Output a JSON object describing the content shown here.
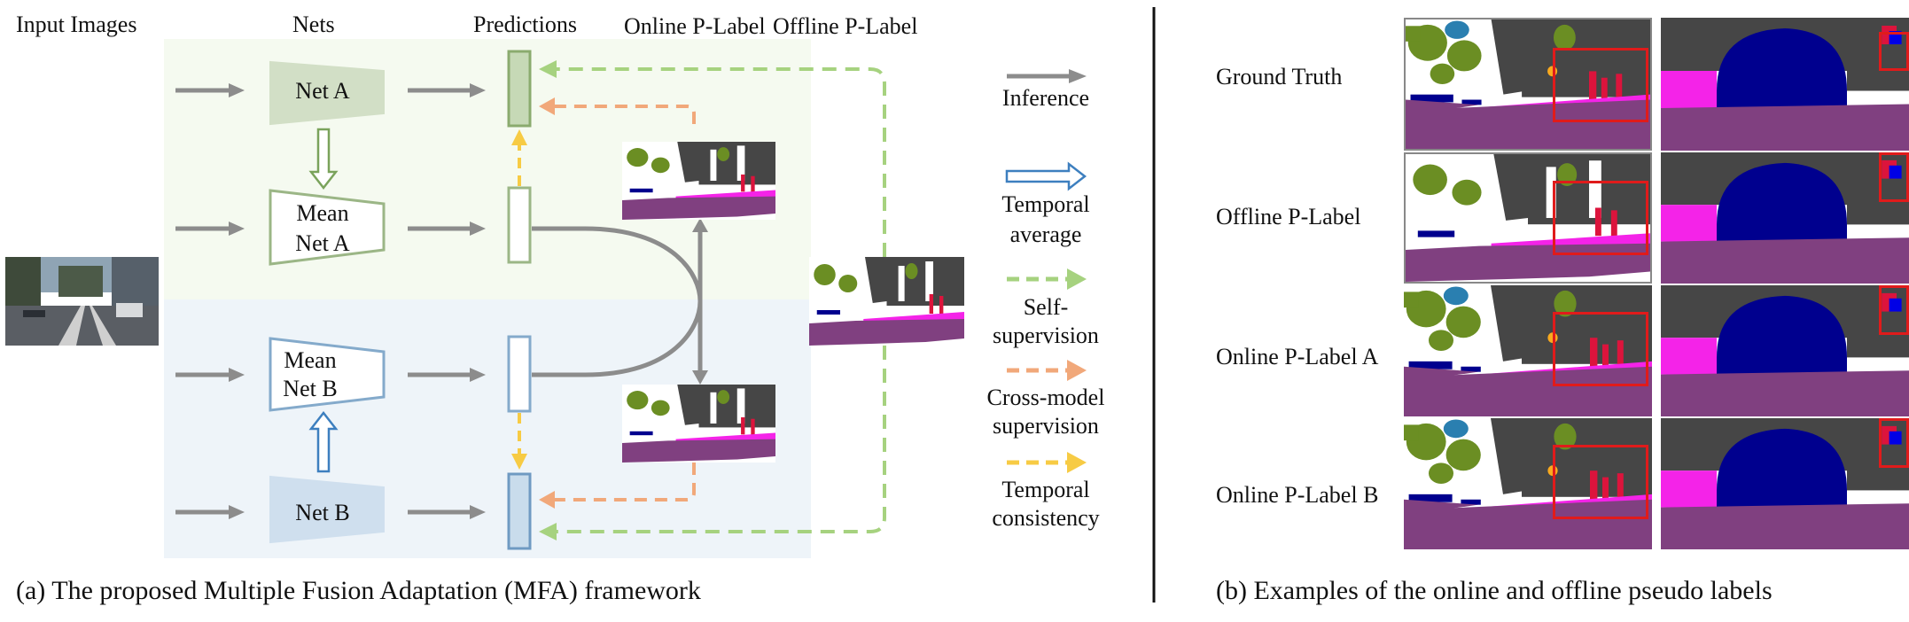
{
  "panel_a": {
    "headers": {
      "input_images": "Input Images",
      "nets": "Nets",
      "predictions": "Predictions",
      "online_plabel": "Online P-Label",
      "offline_plabel": "Offline P-Label"
    },
    "nets": {
      "net_a": "Net A",
      "mean_net_a_line1": "Mean",
      "mean_net_a_line2": "Net A",
      "mean_net_b_line1": "Mean",
      "mean_net_b_line2": "Net B",
      "net_b": "Net B"
    },
    "legend": {
      "inference": "Inference",
      "temporal_average_1": "Temporal",
      "temporal_average_2": "average",
      "self_supervision_1": "Self-",
      "self_supervision_2": "supervision",
      "cross_model_1": "Cross-model",
      "cross_model_2": "supervision",
      "temporal_consistency_1": "Temporal",
      "temporal_consistency_2": "consistency"
    },
    "caption": "(a) The proposed Multiple Fusion Adaptation (MFA)  framework"
  },
  "panel_b": {
    "rows": [
      "Ground Truth",
      "Offline P-Label",
      "Online P-Label A",
      "Online P-Label B"
    ],
    "caption": "(b) Examples of the online and offline pseudo labels"
  },
  "colors": {
    "domain_a_bg": "#f5faf0",
    "domain_b_bg": "#eef4f9",
    "net_a_fill": "#d2dfc6",
    "net_a_stroke": "#9bb686",
    "net_b_fill": "#cfdfee",
    "net_b_stroke": "#84aacb",
    "inference_arrow": "#8c8c8c",
    "temporal_average_arrow": "#3d7fbf",
    "self_supervision_arrow": "#a6d27f",
    "cross_model_arrow": "#f1a87a",
    "temporal_consistency_arrow": "#f7cb44",
    "highlight_box": "#e01b1b"
  }
}
